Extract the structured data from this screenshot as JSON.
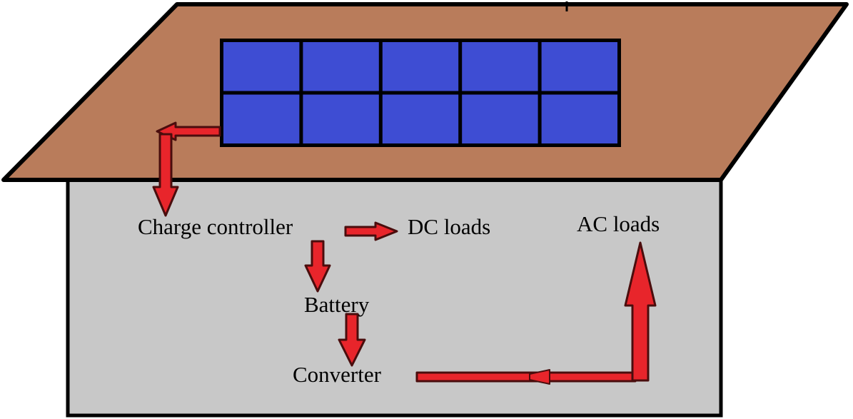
{
  "diagram": {
    "labels": {
      "charge_controller": "Charge controller",
      "dc_loads": "DC loads",
      "battery": "Battery",
      "converter": "Converter",
      "ac_loads": "AC loads"
    },
    "solar_panel": {
      "rows": 2,
      "columns": 5
    },
    "colors": {
      "roof": "#b97c5b",
      "wall": "#c8c8c8",
      "panel_cell": "#3e4dd3",
      "outline": "#000000",
      "arrow_fill": "#e8252b",
      "arrow_edge": "#4a0d0d"
    }
  }
}
